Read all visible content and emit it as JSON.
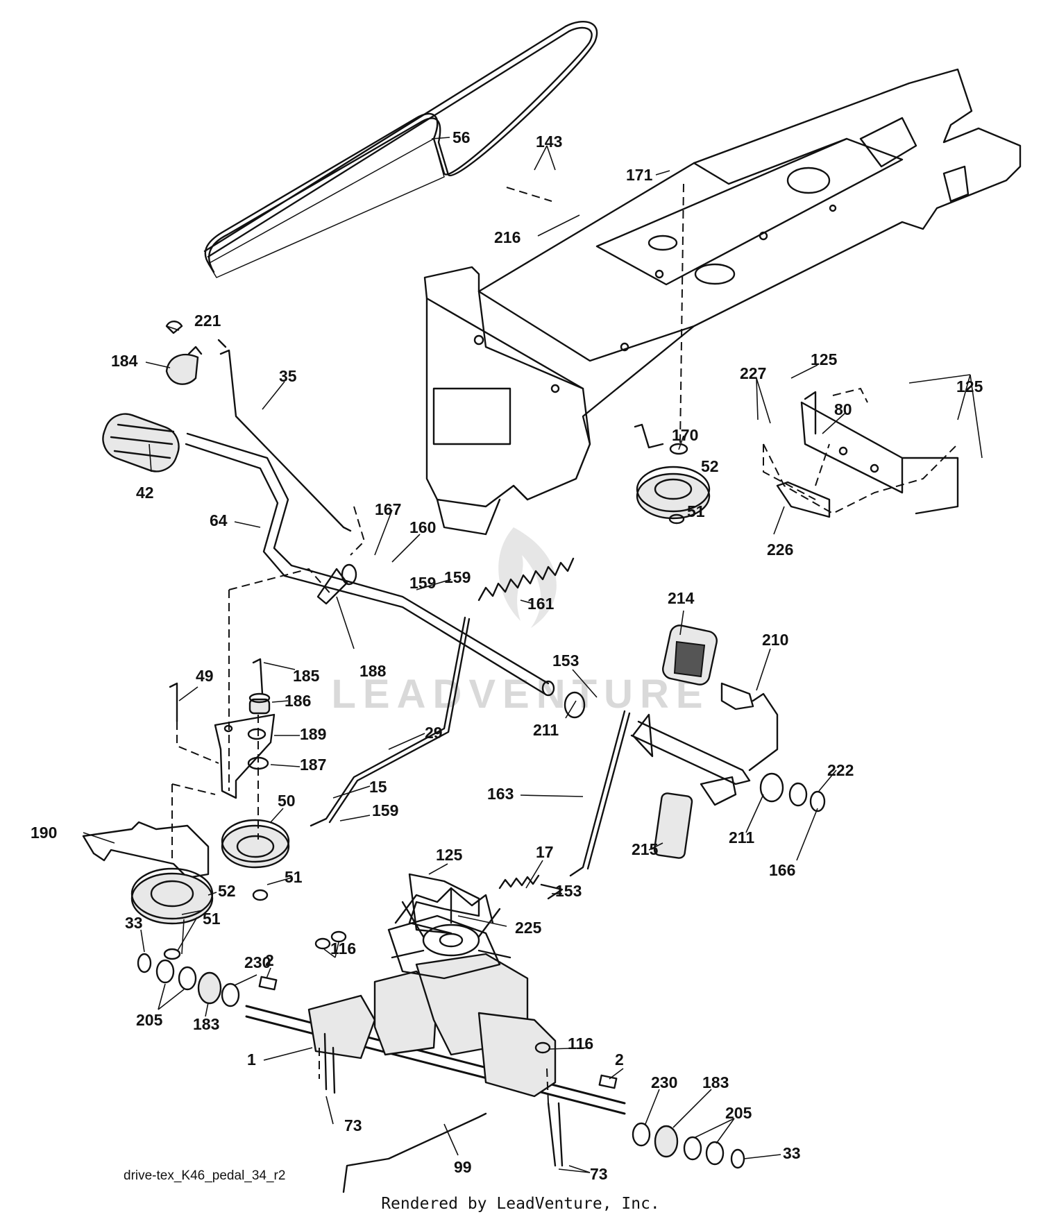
{
  "diagram": {
    "drawing_id": "drive-tex_K46_pedal_34_r2",
    "footer": "Rendered by LeadVenture, Inc.",
    "watermark": "LEADVENTURE",
    "callouts": [
      "56",
      "143",
      "171",
      "216",
      "221",
      "184",
      "35",
      "42",
      "64",
      "167",
      "160",
      "159",
      "161",
      "214",
      "210",
      "153",
      "211",
      "222",
      "166",
      "215",
      "163",
      "17",
      "125",
      "225",
      "188",
      "185",
      "49",
      "186",
      "189",
      "187",
      "50",
      "15",
      "29",
      "190",
      "52",
      "51",
      "33",
      "205",
      "183",
      "230",
      "2",
      "116",
      "1",
      "73",
      "99",
      "170",
      "80",
      "227",
      "226"
    ]
  }
}
